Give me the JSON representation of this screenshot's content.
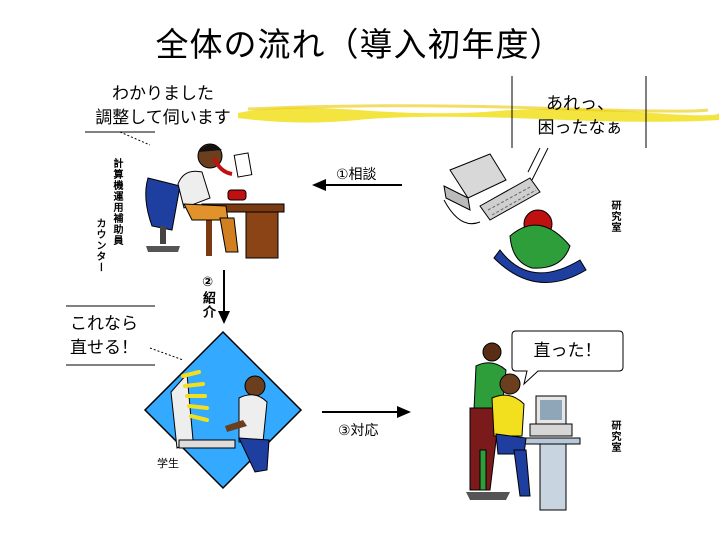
{
  "title": "全体の流れ（導入初年度）",
  "speech": {
    "counter": [
      "わかりました",
      "調整して伺います"
    ],
    "lab_problem": [
      "あれっ、",
      "困ったなぁ"
    ],
    "student": [
      "これなら",
      "直せる！"
    ],
    "lab_fixed": "直った！"
  },
  "labels": {
    "counter_col1": "計算機運用補助員",
    "counter_col2": "カウンター",
    "lab_top": "研究室",
    "lab_bottom": "研究室",
    "student": "学生"
  },
  "arrows": {
    "consult": "①相談",
    "introduce": "②紹介",
    "respond": "③対応"
  },
  "colors": {
    "highlighter": "#f2df1e",
    "diamond": "#33aaff"
  }
}
